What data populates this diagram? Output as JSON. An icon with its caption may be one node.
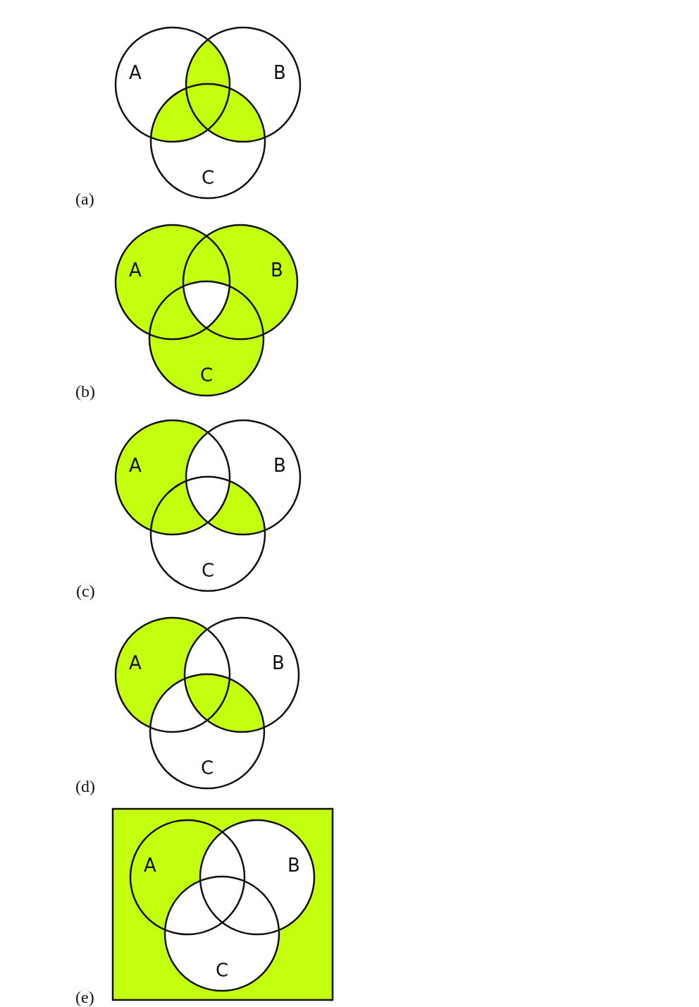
{
  "diagram": {
    "nodes": [
      {
        "text": [
          "A"
        ]
      },
      {
        "text": [
          "B"
        ]
      },
      {
        "text": [
          "C"
        ]
      },
      {
        "text": [
          "A"
        ]
      },
      {
        "text": [
          "B"
        ]
      },
      {
        "text": [
          "C"
        ]
      },
      {
        "text": [
          "A"
        ]
      },
      {
        "text": [
          "B"
        ]
      },
      {
        "text": [
          "C"
        ]
      },
      {
        "text": [
          "A"
        ]
      },
      {
        "text": [
          "B"
        ]
      },
      {
        "text": [
          "C"
        ]
      },
      {
        "text": [
          "A"
        ]
      },
      {
        "text": [
          "B"
        ]
      },
      {
        "text": [
          "C"
        ]
      }
    ],
    "labels": [
      "(a)",
      "(b)",
      "(c)",
      "(d)",
      "(e)"
    ]
  }
}
